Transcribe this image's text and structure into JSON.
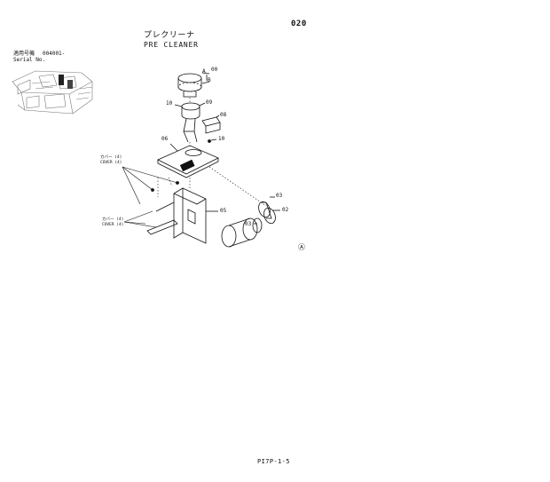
{
  "page_number": "020",
  "title_jp": "プレクリーナ",
  "title_en": "PRE CLEANER",
  "serial": {
    "label_jp": "適用号機",
    "number": "004001-",
    "label_en": "Serial No."
  },
  "callouts": {
    "c00": "00",
    "c09": "09",
    "c08": "08",
    "c10a": "10",
    "c10b": "10",
    "c06": "06",
    "c05": "05",
    "c03a": "03",
    "c03b": "03",
    "c02": "02",
    "a": "A",
    "b": "B"
  },
  "notes": {
    "cover_jp_1": "カバー (4)",
    "cover_en_1": "COVER (4)",
    "cover_jp_2": "カバー (4)",
    "cover_en_2": "COVER (4)"
  },
  "revision_mark": "Ⓐ",
  "footer": "PI7P-1-5"
}
